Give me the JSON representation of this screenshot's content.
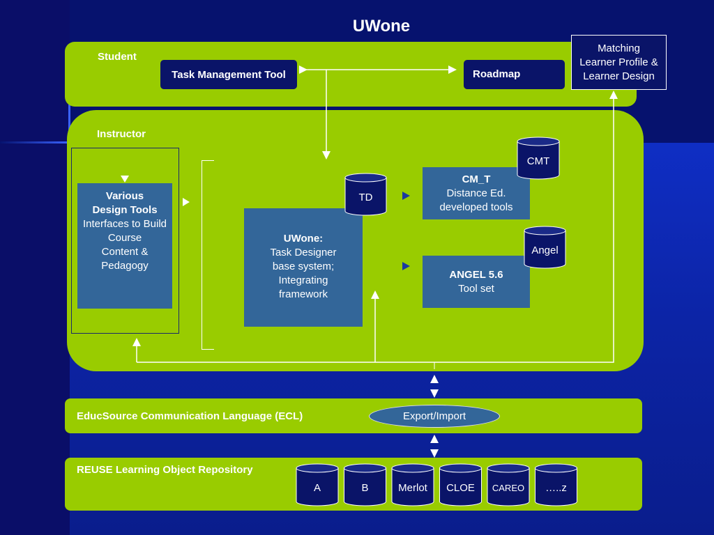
{
  "title": "UWone",
  "student": {
    "label": "Student",
    "task_tool": "Task Management Tool",
    "roadmap": "Roadmap"
  },
  "matching_box": [
    "Matching",
    "Learner Profile &",
    "Learner Design"
  ],
  "instructor": {
    "label": "Instructor",
    "tools_box": {
      "title_lines": [
        "Various",
        "Design Tools"
      ],
      "body_lines": [
        "Interfaces to Build",
        "Course",
        "Content &",
        "Pedagogy"
      ]
    },
    "uwone_box": {
      "title": "UWone:",
      "body_lines": [
        "Task Designer",
        "base system;",
        "Integrating",
        "framework"
      ]
    },
    "cmt_box": {
      "title": "CM_T",
      "body_lines": [
        "Distance Ed.",
        "developed tools"
      ]
    },
    "angel_box": {
      "title": "ANGEL 5.6",
      "body_lines": [
        "Tool set"
      ]
    },
    "databases": [
      "TD",
      "CMT",
      "Angel"
    ]
  },
  "ecl": {
    "label": "EducSource Communication Language (ECL)",
    "export_import": "Export/Import"
  },
  "reuse": {
    "label": "REUSE Learning Object Repository",
    "repositories": [
      "A",
      "B",
      "Merlot",
      "CLOE",
      "CAREO",
      "…..z"
    ]
  },
  "colors": {
    "panel_green": "#99cc00",
    "box_blue": "#336699",
    "button_navy": "#0a1468",
    "background_blue": "#0c24a6"
  }
}
